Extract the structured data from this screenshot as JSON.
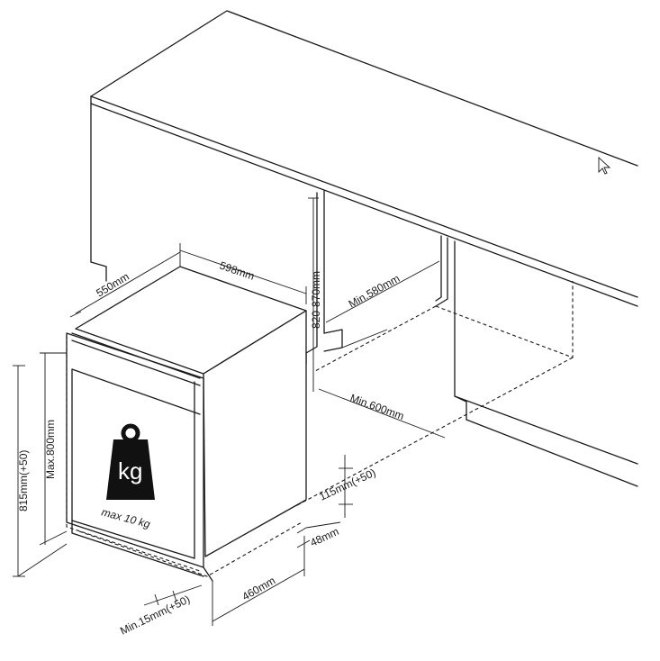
{
  "dimensions": {
    "width_598": "598mm",
    "depth_550": "550mm",
    "niche_height": "820-870mm",
    "min_580": "Min.580mm",
    "min_600": "Min.600mm",
    "height_815": "815mm(+50)",
    "max_800": "Max.800mm",
    "plinth_115": "115mm(+50)",
    "gap_48": "48mm",
    "depth_460": "460mm",
    "min_15": "Min.15mm(+50)"
  },
  "weight": {
    "icon_text": "kg",
    "caption": "max 10 kg"
  },
  "colors": {
    "line": "#1a1a1a",
    "weight_icon": "#111111"
  }
}
